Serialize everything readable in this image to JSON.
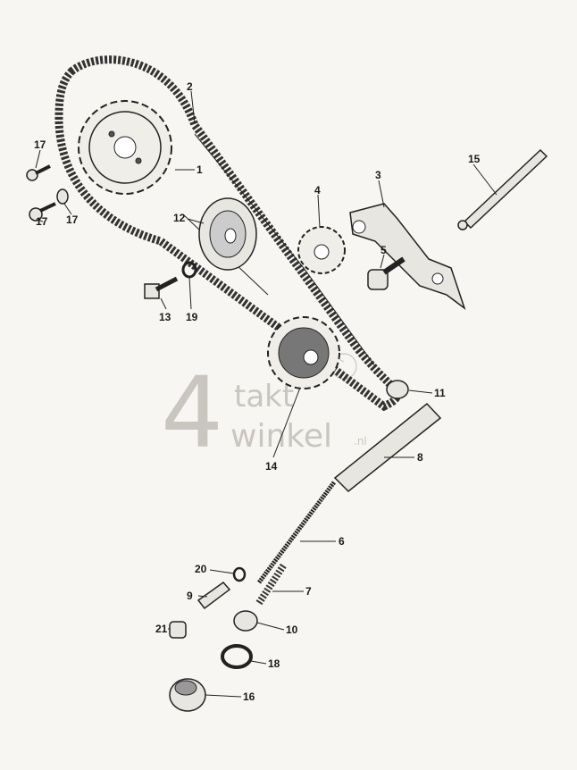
{
  "diagram": {
    "watermark": {
      "numeral": "4",
      "line1": "takt",
      "line2": "winkel",
      "suffix": ".nl"
    },
    "callouts": [
      {
        "id": "c1",
        "label": "1"
      },
      {
        "id": "c2",
        "label": "2"
      },
      {
        "id": "c3",
        "label": "3"
      },
      {
        "id": "c4",
        "label": "4"
      },
      {
        "id": "c5",
        "label": "5"
      },
      {
        "id": "c6",
        "label": "6"
      },
      {
        "id": "c7",
        "label": "7"
      },
      {
        "id": "c8",
        "label": "8"
      },
      {
        "id": "c9",
        "label": "9"
      },
      {
        "id": "c10",
        "label": "10"
      },
      {
        "id": "c11",
        "label": "11"
      },
      {
        "id": "c12",
        "label": "12"
      },
      {
        "id": "c13",
        "label": "13"
      },
      {
        "id": "c14",
        "label": "14"
      },
      {
        "id": "c15",
        "label": "15"
      },
      {
        "id": "c16",
        "label": "16"
      },
      {
        "id": "c17a",
        "label": "17"
      },
      {
        "id": "c17b",
        "label": "17"
      },
      {
        "id": "c17c",
        "label": "17"
      },
      {
        "id": "c18",
        "label": "18"
      },
      {
        "id": "c19",
        "label": "19"
      },
      {
        "id": "c20",
        "label": "20"
      },
      {
        "id": "c21",
        "label": "21"
      }
    ]
  }
}
